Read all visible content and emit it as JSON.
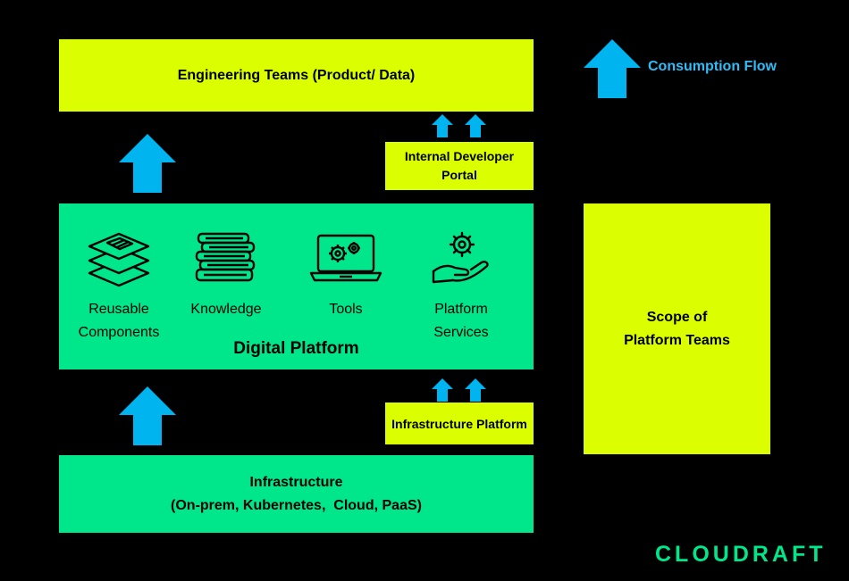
{
  "engineering_teams": {
    "label": "Engineering Teams (Product/ Data)"
  },
  "internal_developer_portal": {
    "line1": "Internal Developer",
    "line2": "Portal"
  },
  "digital_platform": {
    "title": "Digital Platform",
    "items": [
      {
        "line1": "Reusable",
        "line2": "Components",
        "icon": "layers-icon"
      },
      {
        "line1": "Knowledge",
        "line2": "",
        "icon": "books-icon"
      },
      {
        "line1": "Tools",
        "line2": "",
        "icon": "laptop-gears-icon"
      },
      {
        "line1": "Platform",
        "line2": "Services",
        "icon": "hand-gear-icon"
      }
    ]
  },
  "infrastructure_platform": {
    "label": "Infrastructure Platform"
  },
  "infrastructure": {
    "line1": "Infrastructure",
    "line2": "(On-prem, Kubernetes,  Cloud, PaaS)"
  },
  "scope": {
    "line1": "Scope of",
    "line2": "Platform Teams"
  },
  "legend": {
    "label": "Consumption Flow"
  },
  "brand": {
    "label": "CLOUDRAFT"
  },
  "colors": {
    "lime": "#dcff00",
    "green": "#00e68a",
    "arrow": "#00b4f0",
    "background": "#000000"
  }
}
